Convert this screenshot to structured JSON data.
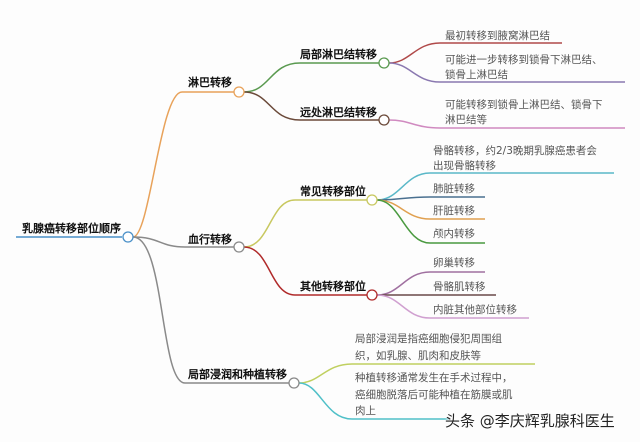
{
  "root": {
    "label": "乳腺癌转移部位顺序"
  },
  "branches": {
    "lymph": {
      "label": "淋巴转移"
    },
    "blood": {
      "label": "血行转移"
    },
    "local": {
      "label": "局部浸润和种植转移"
    }
  },
  "lymph": {
    "regional": {
      "label": "局部淋巴结转移",
      "leaves": [
        "最初转移到腋窝淋巴结",
        "可能进一步转移到锁骨下淋巴结、",
        "锁骨上淋巴结"
      ]
    },
    "distant": {
      "label": "远处淋巴结转移",
      "leaves": [
        "可能转移到锁骨上淋巴结、锁骨下",
        "淋巴结等"
      ]
    }
  },
  "blood": {
    "common": {
      "label": "常见转移部位",
      "leaves": [
        "骨骼转移，约2/3晚期乳腺癌患者会",
        "出现骨骼转移",
        "肺脏转移",
        "肝脏转移",
        "颅内转移"
      ]
    },
    "other": {
      "label": "其他转移部位",
      "leaves": [
        "卵巢转移",
        "骨骼肌转移",
        "内脏其他部位转移"
      ]
    }
  },
  "local": {
    "leaves": [
      "局部浸润是指癌细胞侵犯周围组",
      "织，如乳腺、肌肉和皮肤等",
      "种植转移通常发生在手术过程中，",
      "癌细胞脱落后可能种植在筋膜或肌",
      "肉上"
    ]
  },
  "watermark": "头条 @李庆辉乳腺科医生",
  "colors": {
    "root": "#4a90c8",
    "lymph": "#e8a25a",
    "gray": "#8a8a8a"
  }
}
